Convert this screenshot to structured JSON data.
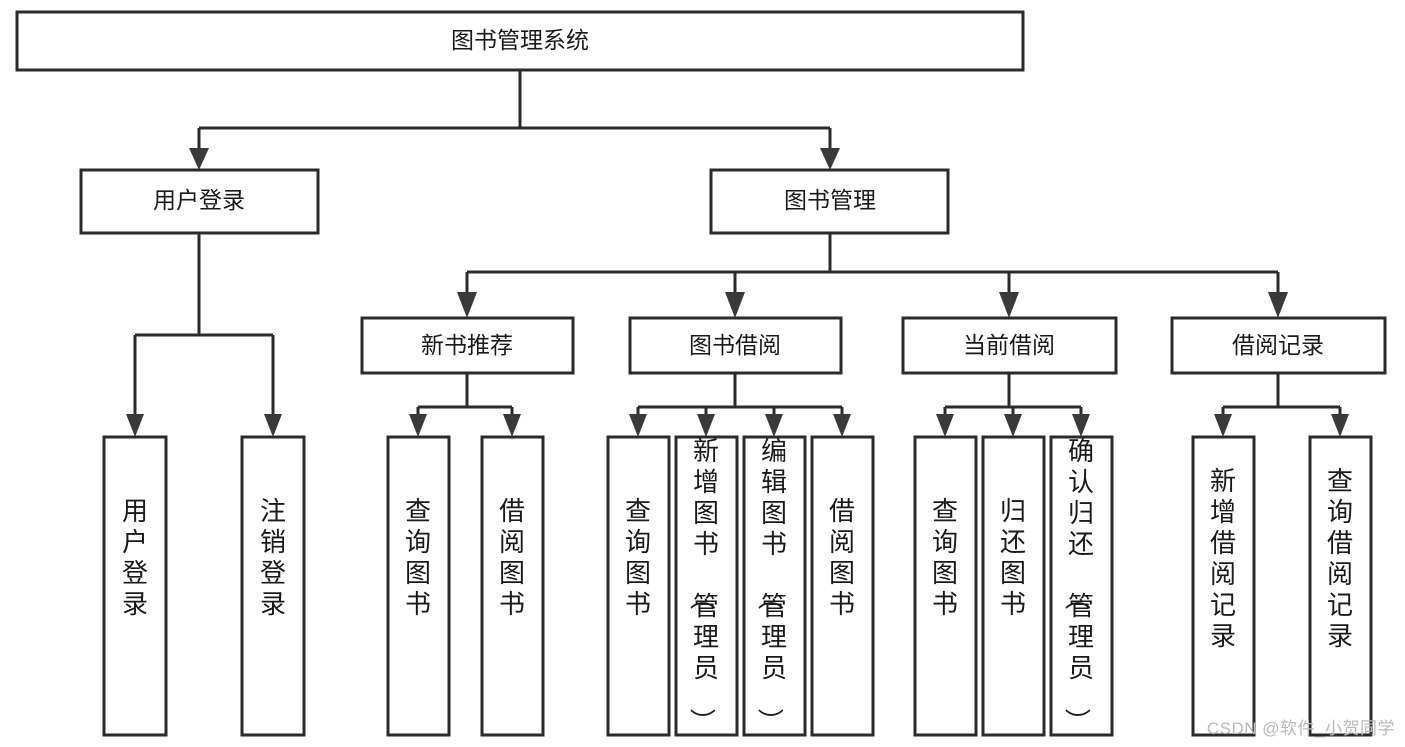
{
  "diagram": {
    "type": "tree",
    "title": "图书管理系统",
    "watermark": "CSDN @软件_小贺同学",
    "levels": {
      "level1": {
        "label": "图书管理系统"
      },
      "level2": [
        {
          "label": "用户登录"
        },
        {
          "label": "图书管理"
        }
      ],
      "level3": [
        {
          "label": "新书推荐"
        },
        {
          "label": "图书借阅"
        },
        {
          "label": "当前借阅"
        },
        {
          "label": "借阅记录"
        }
      ]
    },
    "leaves": {
      "user_login": [
        {
          "label": "用户登录"
        },
        {
          "label": "注销登录"
        }
      ],
      "new_book_recommend": [
        {
          "label": "查询图书"
        },
        {
          "label": "借阅图书"
        }
      ],
      "book_borrow": [
        {
          "label": "查询图书"
        },
        {
          "label": "新增图书（管理员）"
        },
        {
          "label": "编辑图书（管理员）"
        },
        {
          "label": "借阅图书"
        }
      ],
      "current_borrow": [
        {
          "label": "查询图书"
        },
        {
          "label": "归还图书"
        },
        {
          "label": "确认归还（管理员）"
        }
      ],
      "borrow_record": [
        {
          "label": "新增借阅记录"
        },
        {
          "label": "查询借阅记录"
        }
      ]
    },
    "colors": {
      "box_stroke": "#2b2b2b",
      "box_fill": "#ffffff",
      "text": "#1a1a1a",
      "connector": "#2b2b2b",
      "watermark": "#b9b9b9"
    }
  }
}
